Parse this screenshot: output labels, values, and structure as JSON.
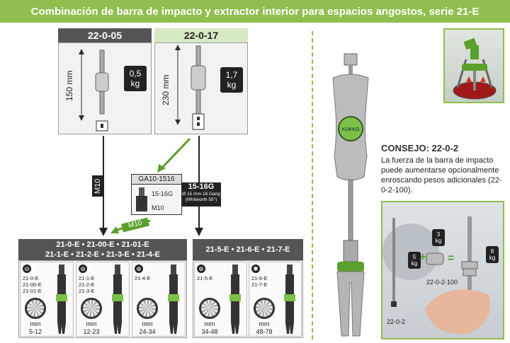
{
  "title": "Combinación de barra de impacto y extractor interior para espacios angostos, serie 21-E",
  "model_left": {
    "code": "22-0-05",
    "length": "150 mm",
    "weight_value": "0,5",
    "weight_unit": "kg"
  },
  "model_right": {
    "code": "22-0-17",
    "length": "230 mm",
    "weight_value": "1,7",
    "weight_unit": "kg"
  },
  "thread_m10": "M10",
  "adapter": {
    "code": "GA10-1516",
    "thread_out": "15-16G",
    "thread_in": "M10"
  },
  "thread_1516": {
    "code": "15-16G",
    "desc": "Ø 15 mm-16 Gang (Whitworth 55°)"
  },
  "group_left": {
    "header_line1": "21-0-E • 21-00-E • 21-01-E",
    "header_line2": "21-1-E • 21-2-E • 21-3-E • 21-4-E",
    "cells": [
      {
        "codes": [
          "21-0-E",
          "21-00-E",
          "21-01-E"
        ],
        "unit": "mm",
        "range": "5-12"
      },
      {
        "codes": [
          "21-1-E",
          "21-2-E",
          "21-3-E"
        ],
        "unit": "mm",
        "range": "12-23"
      },
      {
        "codes": [
          "21-4-E"
        ],
        "unit": "mm",
        "range": "24-34"
      }
    ]
  },
  "group_right": {
    "header": "21-5-E • 21-6-E • 21-7-E",
    "cells": [
      {
        "codes": [
          "21-5-E"
        ],
        "unit": "mm",
        "range": "34-48"
      },
      {
        "codes": [
          "21-6-E",
          "21-7-E"
        ],
        "unit": "mm",
        "range": "48-78"
      }
    ]
  },
  "tool_logo": "KUKKO",
  "consejo": {
    "title": "CONSEJO: 22-0-2",
    "text": "La fuerza de la barra de impacto puede aumentarse opcionalmente enroscando pesos adicionales (22-0-2-100)."
  },
  "photo": {
    "w3": "3",
    "w5": "5",
    "w8": "8",
    "unit": "kg",
    "code_a": "22-0-2-100",
    "code_b": "22-0-2"
  },
  "colors": {
    "green": "#8fbf4f",
    "dark": "#555555",
    "arrow_green": "#5aa02c"
  }
}
